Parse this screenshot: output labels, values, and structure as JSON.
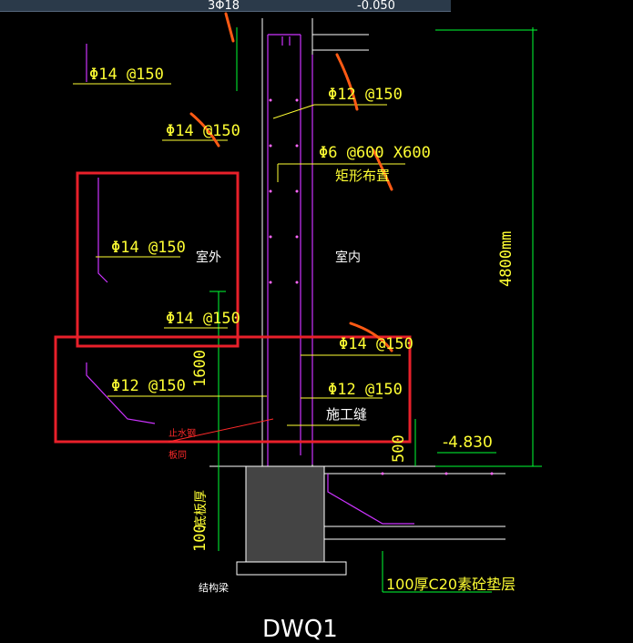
{
  "drawing": {
    "title": "DWQ1",
    "top_cut": {
      "left": "3Φ18",
      "right": "-0.050"
    },
    "rebar": {
      "outer_top": "Φ14 @150",
      "outer_mid": "Φ14 @150",
      "outer_box": "Φ14 @150",
      "outer_low": "Φ14 @150",
      "inner_top": "Φ12 @150",
      "tie": "Φ6 @600 X600",
      "tie_note": "矩形布置",
      "inner_low": "Φ14 @150",
      "outer_base": "Φ12 @150",
      "inner_base": "Φ12 @150"
    },
    "labels": {
      "outside": "室外",
      "inside": "室内",
      "construction_joint": "施工缝",
      "waterstop": "止水钢",
      "waterstop2": "板同",
      "structure_beam": "结构梁",
      "bottom_slab": "底板厚",
      "cushion": "100厚C20素砼垫层"
    },
    "dims": {
      "height": "4800mm",
      "d1600": "1600",
      "d500": "500",
      "d100": "100",
      "elev": "-4.830"
    },
    "colors": {
      "annotation": "#ffff33",
      "dimension": "#00ff33",
      "rebar": "#cc33ff",
      "highlight": "#e8202a",
      "sketch": "#ff5a14"
    }
  }
}
